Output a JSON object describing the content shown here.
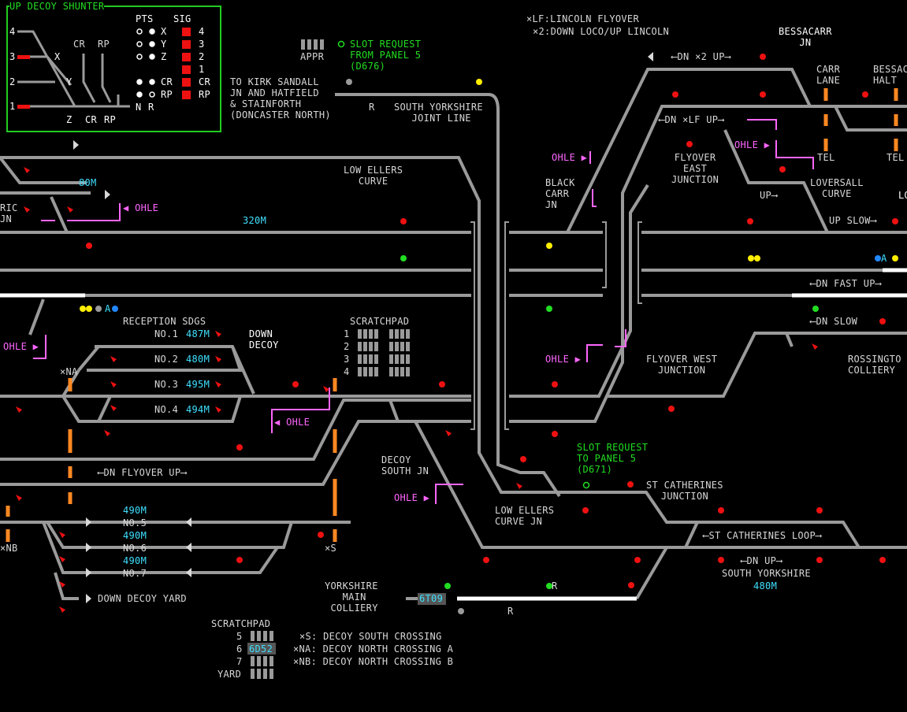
{
  "colors": {
    "track": "#9a9a9a",
    "track_occupied": "#ffffff",
    "signal_red": "#ee1111",
    "signal_green": "#22dd22",
    "signal_yellow": "#ffee00",
    "signal_blue": "#2288ff",
    "ohle_pink": "#ff66ff",
    "crossing_orange": "#ff8822",
    "text_white": "#d8d8d8",
    "text_cyan": "#3fe0ff",
    "text_green": "#22dd22",
    "panel_border": "#22cc22"
  },
  "shunter": {
    "title": "UP DECOY SHUNTER",
    "pts_header": "PTS",
    "sig_header": "SIG",
    "rows": [
      "4",
      "3",
      "2",
      "1"
    ],
    "route_letters": {
      "x": "X",
      "y": "Y",
      "z": "Z",
      "cr": "CR",
      "rp": "RP",
      "n": "N",
      "r": "R"
    },
    "pts_labels": [
      "X",
      "Y",
      "Z",
      "CR",
      "RP"
    ],
    "sig_labels": [
      "4",
      "3",
      "2",
      "1",
      "CR",
      "RP"
    ]
  },
  "labels": {
    "lf_flyover": "×LF:LINCOLN FLYOVER",
    "down_loco": "×2:DOWN LOCO/UP LINCOLN",
    "bessacarr_jn": "BESSACARR\nJN",
    "carr_lane": "CARR\nLANE",
    "bessacarr_halt": "BESSAC\nHALT",
    "dn_x2_up": "DN ×2 UP",
    "dn_lf_up": "DN ×LF UP",
    "flyover_east": "FLYOVER\nEAST\nJUNCTION",
    "tel1": "TEL",
    "tel2": "TEL",
    "up_arrow_label": "UP",
    "loversall": "LOVERSALL\nCURVE",
    "lo_cut": "LO",
    "up_slow": "UP SLOW",
    "dn_fast_up": "DN FAST UP",
    "dn_slow": "DN SLOW",
    "rossington": "ROSSINGTO\nCOLLIERY",
    "flyover_west": "FLYOVER WEST\nJUNCTION",
    "black_carr": "BLACK\nCARR\nJN",
    "appr": "APPR",
    "to_kirk": "TO KIRK SANDALL\nJN AND HATFIELD\n& STAINFORTH\n(DONCASTER NORTH)",
    "south_yorks_joint": "SOUTH YORKSHIRE\n   JOINT LINE",
    "r_marker": "R",
    "low_ellers_curve": "LOW ELLERS\nCURVE",
    "ric_jn": "RIC\nJN",
    "len_80": "80M",
    "len_320": "320M",
    "reception": "RECEPTION SDGS",
    "no1": "NO.1",
    "no2": "NO.2",
    "no3": "NO.3",
    "no4": "NO.4",
    "len_487": "487M",
    "len_480": "480M",
    "len_495": "495M",
    "len_494": "494M",
    "down_decoy": "DOWN\nDECOY",
    "scratchpad_top": "SCRATCHPAD",
    "sp_rows": [
      "1",
      "2",
      "3",
      "4"
    ],
    "x_na": "×NA",
    "dn_flyover_up": "DN FLYOVER UP",
    "decoy_south_jn": "DECOY\nSOUTH JN",
    "no5": "NO.5",
    "no6": "NO.6",
    "no7": "NO.7",
    "len_490a": "490M",
    "len_490b": "490M",
    "len_490c": "490M",
    "x_nb": "×NB",
    "x_s": "×S",
    "down_decoy_yard": "DOWN DECOY YARD",
    "low_ellers_curve_jn": "LOW ELLERS\nCURVE JN",
    "st_catherines_jn": "ST CATHERINES\nJUNCTION",
    "st_catherines_loop": "ST CATHERINES LOOP",
    "dn_up": "DN UP",
    "south_yorkshire": "SOUTH YORKSHIRE",
    "len_480m_b": "480M",
    "yorkshire_main": "YORKSHIRE\n   MAIN\n COLLIERY",
    "berth_6t09": "6T09",
    "r_marker2": "R",
    "r_marker3": "R",
    "scratchpad_bottom": "SCRATCHPAD",
    "sp_5": "5",
    "sp_6": "6",
    "sp_7": "7",
    "sp_yard": "YARD",
    "berth_6d52": "6D52",
    "key_s": "×S: DECOY SOUTH CROSSING",
    "key_na": "×NA: DECOY NORTH CROSSING A",
    "key_nb": "×NB: DECOY NORTH CROSSING B",
    "a_marker1": "A",
    "a_marker2": "A"
  },
  "ohle": [
    "OHLE",
    "OHLE",
    "OHLE",
    "OHLE",
    "OHLE",
    "OHLE",
    "OHLE"
  ],
  "slots": {
    "from5": "SLOT REQUEST\nFROM PANEL 5\n(D676)",
    "to5": "SLOT REQUEST\nTO PANEL 5\n(D671)"
  }
}
